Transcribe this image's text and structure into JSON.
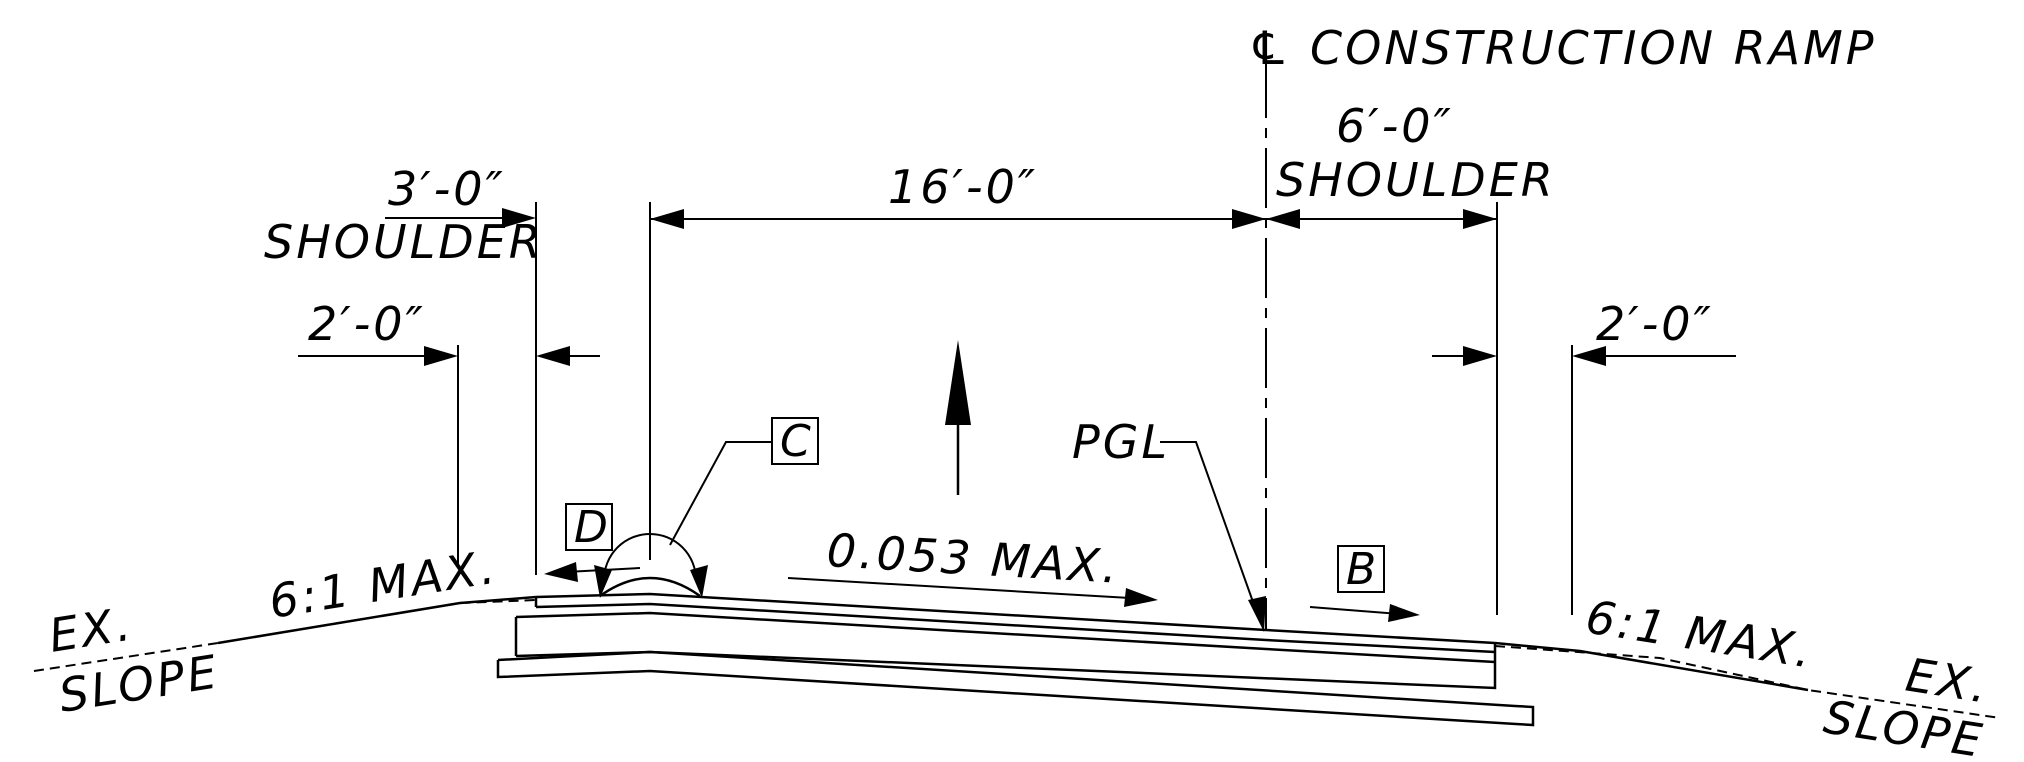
{
  "centerline_symbol": "℄",
  "centerline_label": "CONSTRUCTION RAMP",
  "dims": {
    "left_shoulder_width": "3′-0″",
    "left_shoulder_label": "SHOULDER",
    "left_offset": "2′-0″",
    "lane_width": "16′-0″",
    "right_shoulder_width": "6′-0″",
    "right_shoulder_label": "SHOULDER",
    "right_offset": "2′-0″"
  },
  "slopes": {
    "cross_slope": "0.053 MAX.",
    "left_side_slope": "6:1 MAX.",
    "right_side_slope": "6:1 MAX.",
    "left_existing": [
      "EX.",
      "SLOPE"
    ],
    "right_existing": [
      "EX.",
      "SLOPE"
    ]
  },
  "callouts": {
    "pgl": "PGL",
    "tag_b": "B",
    "tag_c": "C",
    "tag_d": "D"
  }
}
